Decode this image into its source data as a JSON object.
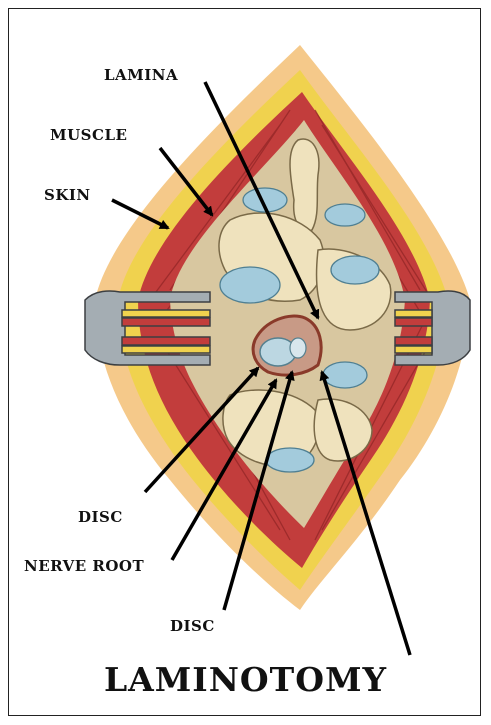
{
  "figure": {
    "title": "LAMINOTOMY",
    "labels": {
      "lamina": "LAMINA",
      "muscle": "MUSCLE",
      "skin": "SKIN",
      "disc_upper": "DISC",
      "nerve_root": "NERVE ROOT",
      "disc_lower": "DISC"
    }
  },
  "colors": {
    "skin": "#f3c27a",
    "fat": "#f0d04a",
    "muscle": "#c0393a",
    "bone": "#e8d9b0",
    "disc": "#9cc6d8",
    "retractor": "#9aa4ab",
    "arrow": "#000000"
  }
}
